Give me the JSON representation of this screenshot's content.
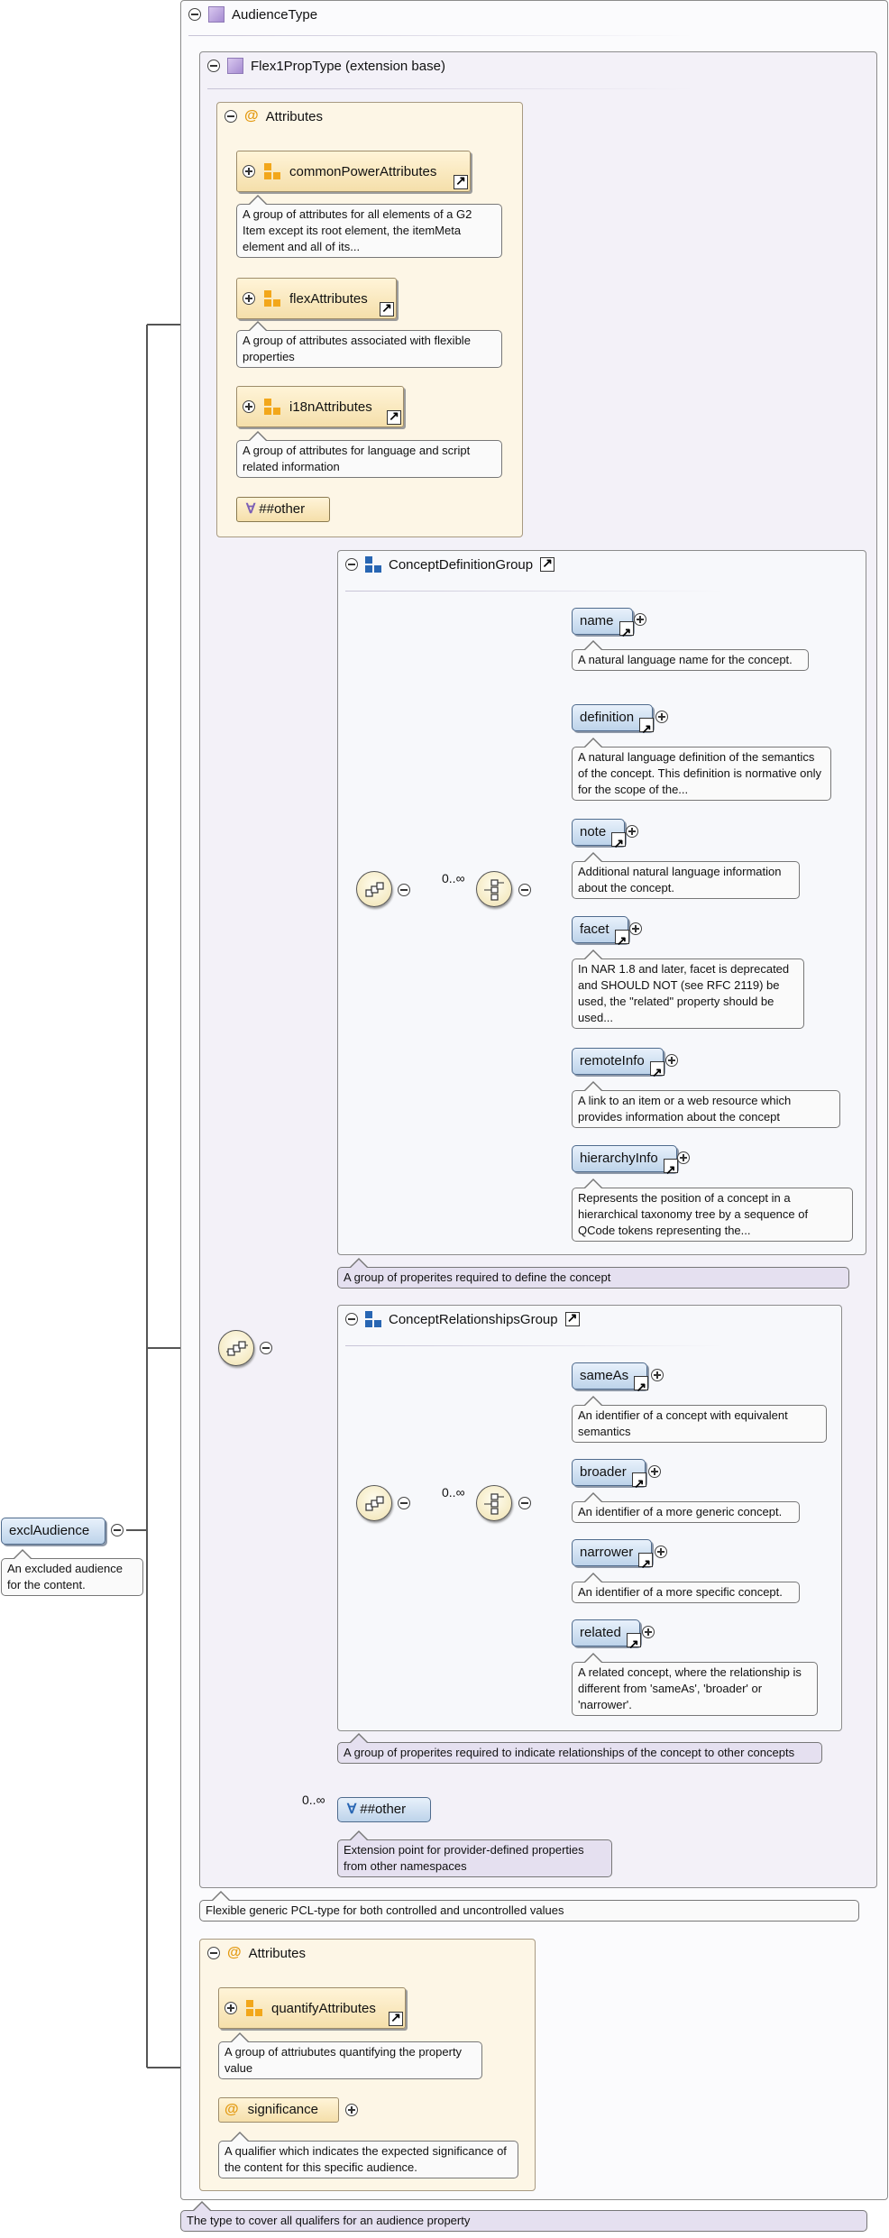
{
  "root_element": {
    "name": "exclAudience",
    "note": "An excluded audience for the content."
  },
  "audience_type": {
    "title": "AudienceType",
    "note": "The type to cover all qualifers for an audience property"
  },
  "flex_type": {
    "title": "Flex1PropType (extension base)",
    "note": "Flexible generic PCL-type for both controlled and uncontrolled values"
  },
  "attributes_1": {
    "title": "Attributes",
    "items": [
      {
        "name": "commonPowerAttributes",
        "note": "A group of attributes for all elements of a G2 Item except its root element, the itemMeta element and all of its..."
      },
      {
        "name": "flexAttributes",
        "note": "A group of attributes associated with flexible properties"
      },
      {
        "name": "i18nAttributes",
        "note": "A group of attributes for language and script related information"
      }
    ],
    "other": "##other"
  },
  "concept_definition_group": {
    "title": "ConceptDefinitionGroup",
    "cardinality": "0..∞",
    "note": "A group of properites required to define the concept",
    "elements": [
      {
        "name": "name",
        "note": "A natural language name for the concept."
      },
      {
        "name": "definition",
        "note": "A natural language definition of the semantics of the concept. This definition is normative only for the scope of the..."
      },
      {
        "name": "note",
        "note": "Additional natural language information about the concept."
      },
      {
        "name": "facet",
        "note": "In NAR 1.8 and later, facet is deprecated and SHOULD NOT (see RFC 2119) be used, the \"related\" property should be used..."
      },
      {
        "name": "remoteInfo",
        "note": "A link to an item or a web resource which provides information about the concept"
      },
      {
        "name": "hierarchyInfo",
        "note": "Represents the position of a concept in a hierarchical taxonomy tree by a sequence of QCode tokens representing the..."
      }
    ]
  },
  "concept_relationships_group": {
    "title": "ConceptRelationshipsGroup",
    "cardinality": "0..∞",
    "note": "A group of properites required to indicate relationships of the concept to other concepts",
    "elements": [
      {
        "name": "sameAs",
        "note": "An identifier of a concept with equivalent semantics"
      },
      {
        "name": "broader",
        "note": "An identifier of a more generic concept."
      },
      {
        "name": "narrower",
        "note": "An identifier of a more specific concept."
      },
      {
        "name": "related",
        "note": "A related concept, where the relationship is different from 'sameAs', 'broader' or 'narrower'."
      }
    ]
  },
  "any_other": {
    "cardinality": "0..∞",
    "label": "##other",
    "note": "Extension point for provider-defined properties from other namespaces"
  },
  "attributes_2": {
    "title": "Attributes",
    "group": {
      "name": "quantifyAttributes",
      "note": "A group of attriubutes quantifying the property value"
    },
    "attribute": {
      "name": "significance",
      "note": "A qualifier which indicates the expected significance of the content for this specific audience."
    }
  },
  "colors": {
    "element_fill": "#bdd3ea",
    "attribute_fill": "#f5dfaa",
    "type_fill": "#f3f1f8",
    "annotation_lavender": "#e5e0f0"
  }
}
